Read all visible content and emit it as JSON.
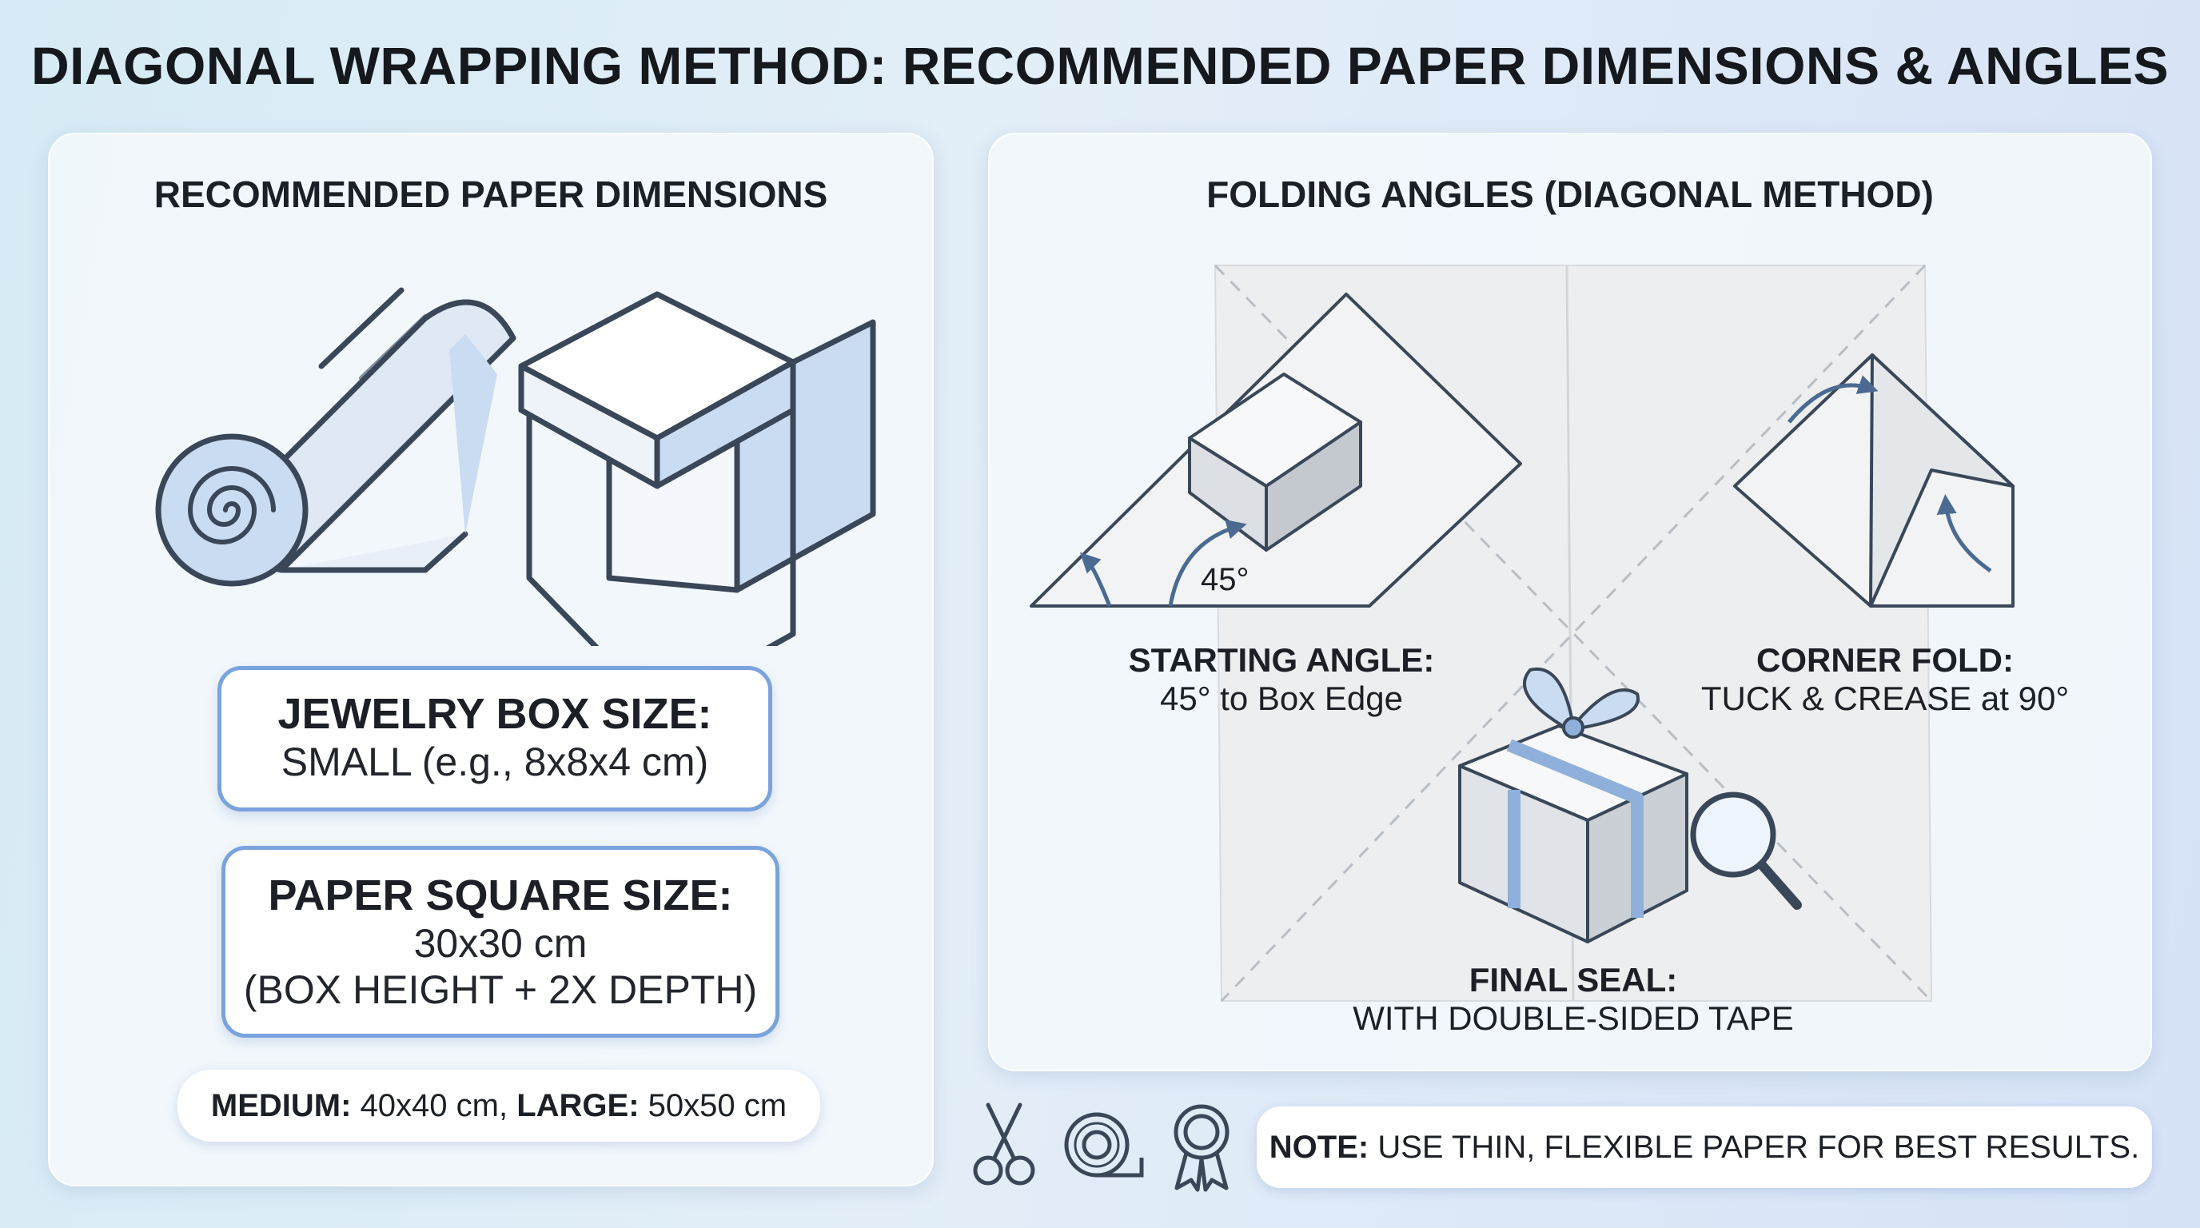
{
  "title": "DIAGONAL WRAPPING METHOD: RECOMMENDED PAPER DIMENSIONS & ANGLES",
  "left_panel": {
    "heading": "RECOMMENDED PAPER DIMENSIONS",
    "illustration_icons": [
      "paper-roll-icon",
      "box-icon"
    ],
    "jewelry_box": {
      "label": "JEWELRY BOX SIZE:",
      "value": "SMALL (e.g., 8x8x4 cm)"
    },
    "paper_square": {
      "label": "PAPER SQUARE SIZE:",
      "value": "30x30 cm",
      "formula": "(BOX HEIGHT + 2X DEPTH)"
    },
    "other_sizes": {
      "medium_label": "MEDIUM:",
      "medium_value": "40x40 cm,",
      "large_label": "LARGE:",
      "large_value": "50x50 cm"
    }
  },
  "right_panel": {
    "heading": "FOLDING ANGLES (DIAGONAL METHOD)",
    "angle_label": "45°",
    "starting_angle": {
      "title": "STARTING ANGLE:",
      "text": "45° to Box Edge"
    },
    "corner_fold": {
      "title": "CORNER FOLD:",
      "text": "TUCK & CREASE at 90°"
    },
    "final_seal": {
      "title": "FINAL SEAL:",
      "text": "WITH DOUBLE-SIDED TAPE"
    }
  },
  "tools": [
    "scissors-icon",
    "tape-icon",
    "award-ribbon-icon"
  ],
  "note": {
    "label": "NOTE:",
    "text": "USE THIN, FLEXIBLE PAPER FOR BEST RESULTS."
  },
  "colors": {
    "accent_blue": "#7aa3dd",
    "line_dark": "#3a4758",
    "fill_light_blue": "#c9dcf2"
  }
}
